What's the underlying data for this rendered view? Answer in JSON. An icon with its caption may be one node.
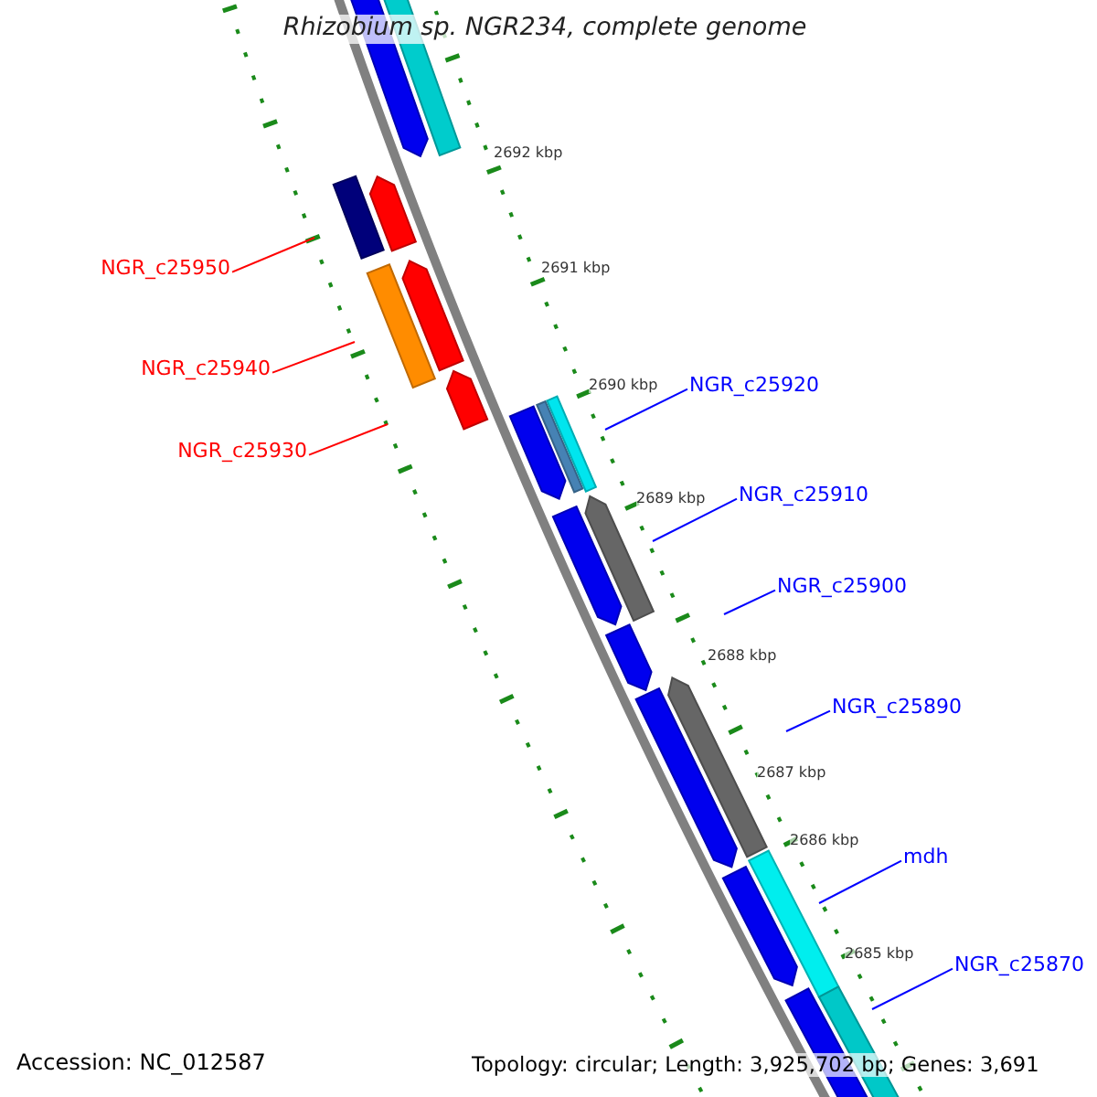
{
  "diagram": {
    "title": "Rhizobium sp. NGR234, complete genome",
    "nodes": [
      {
        "text": [
          "NGR_c25950"
        ]
      },
      {
        "text": [
          "NGR_c25940"
        ]
      },
      {
        "text": [
          "NGR_c25920"
        ]
      },
      {
        "text": [
          "NGR_c25930"
        ]
      },
      {
        "text": [
          "NGR_c25910"
        ]
      },
      {
        "text": [
          "NGR_c25900"
        ]
      },
      {
        "text": [
          "NGR_c25890"
        ]
      },
      {
        "text": [
          "mdh"
        ]
      },
      {
        "text": [
          "NGR_c25870"
        ]
      }
    ],
    "edges": [
      {
        "from": 0,
        "to": null,
        "arrow": "none",
        "color": "#ff0000"
      },
      {
        "from": 1,
        "to": null,
        "arrow": "none",
        "color": "#ff0000"
      },
      {
        "from": 2,
        "to": null,
        "arrow": "none"
      },
      {
        "from": 3,
        "to": null,
        "arrow": "none",
        "color": "#ff0000"
      },
      {
        "from": 4,
        "to": null,
        "arrow": "none"
      },
      {
        "from": 5,
        "to": null,
        "arrow": "none"
      },
      {
        "from": 6,
        "to": null,
        "arrow": "none"
      },
      {
        "from": 7,
        "to": null,
        "arrow": "none"
      },
      {
        "from": 8,
        "to": null,
        "arrow": "none"
      }
    ],
    "labels": [
      "2692 kbp",
      "2691 kbp",
      "2690 kbp",
      "2689 kbp",
      "2688 kbp",
      "2687 kbp",
      "2686 kbp",
      "2685 kbp",
      "Accession: NC_012587",
      "Topology: circular; Length: 3,925,702 bp; Genes: 3,691"
    ]
  }
}
